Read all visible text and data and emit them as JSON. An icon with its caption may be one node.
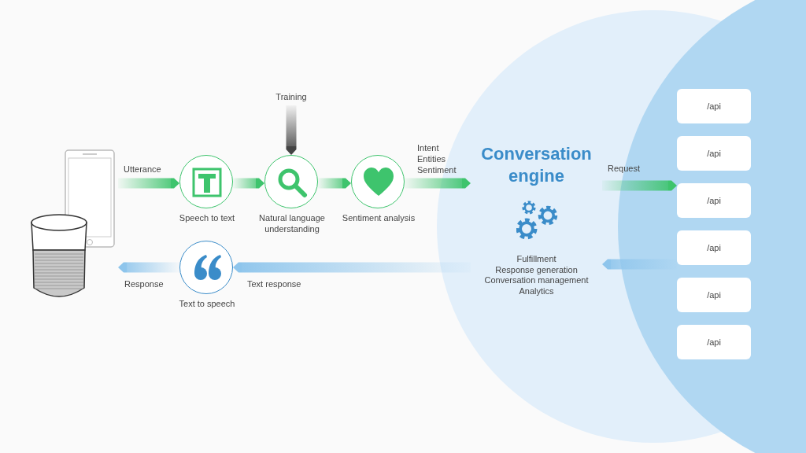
{
  "diagram": {
    "nodes": [
      {
        "text": [],
        "shape": "picture"
      },
      {
        "text": [
          "Training"
        ]
      },
      {
        "text": [
          "Speech to text"
        ]
      },
      {
        "text": [
          "Natural language understanding"
        ]
      },
      {
        "text": [
          "Sentiment analysis"
        ]
      },
      {
        "text": [
          "Text to speech"
        ]
      },
      {
        "text": [
          "Conversation engine",
          "Fulfillment",
          "Response generation",
          "Conversation management",
          "Analytics"
        ]
      },
      {
        "text": [
          "/api"
        ]
      },
      {
        "text": [
          "/api"
        ]
      },
      {
        "text": [
          "/api"
        ]
      },
      {
        "text": [
          "/api"
        ]
      },
      {
        "text": [
          "/api"
        ]
      },
      {
        "text": [
          "/api"
        ]
      }
    ],
    "edges": [
      {
        "from": 0,
        "to": 2,
        "arrow": "to",
        "label": "Utterance",
        "color": "#3ec46d"
      },
      {
        "from": 2,
        "to": 3,
        "arrow": "to",
        "color": "#3ec46d"
      },
      {
        "from": 3,
        "to": 4,
        "arrow": "to",
        "color": "#3ec46d"
      },
      {
        "from": 4,
        "to": 6,
        "arrow": "to",
        "label": "Intent Entities Sentiment",
        "color": "#3ec46d"
      },
      {
        "from": 1,
        "to": 3,
        "arrow": "to",
        "color": "#444444"
      },
      {
        "from": 6,
        "to": 9,
        "arrow": "to",
        "label": "Request",
        "color": "#3ec46d"
      },
      {
        "from": 10,
        "to": 6,
        "arrow": "to",
        "color": "#8ec5ec"
      },
      {
        "from": 6,
        "to": 5,
        "arrow": "to",
        "label": "Text response",
        "color": "#8ec5ec"
      },
      {
        "from": 5,
        "to": 0,
        "arrow": "to",
        "label": "Response",
        "color": "#8ec5ec"
      }
    ]
  }
}
